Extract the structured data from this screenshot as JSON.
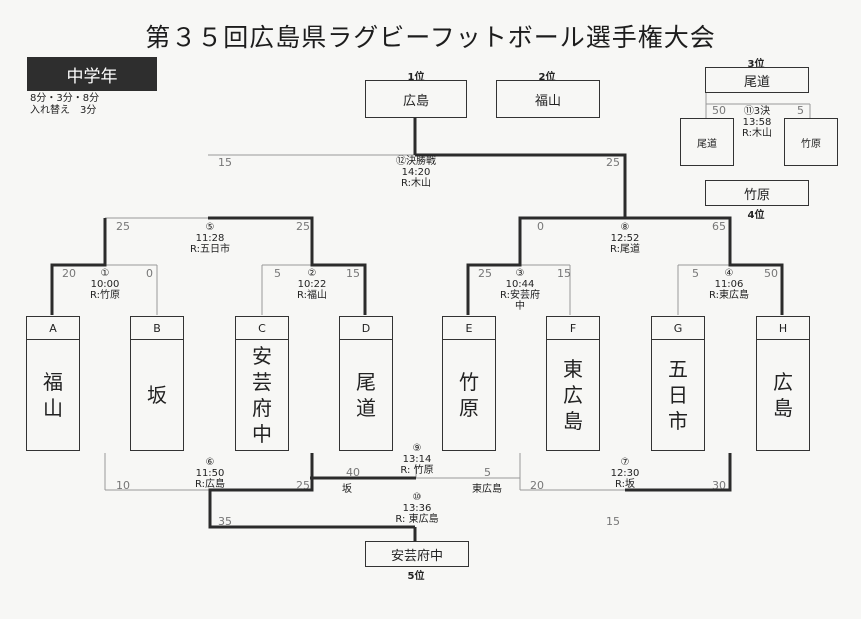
{
  "title": "第３５回広島県ラグビーフットボール選手権大会",
  "category": "中学年",
  "notes": [
    "8分・3分・8分",
    "入れ替え　3分"
  ],
  "top": {
    "first_rank": "1位",
    "first_team": "広島",
    "second_rank": "2位",
    "second_team": "福山"
  },
  "third_place": {
    "rank": "3位",
    "winner": "尾道",
    "left_team": "尾道",
    "right_team": "竹原",
    "left_score": "50",
    "right_score": "5",
    "match_no": "⑪3決",
    "time": "13:58",
    "referee": "R:木山",
    "loser": "竹原",
    "loser_rank": "4位"
  },
  "teams": [
    {
      "letter": "A",
      "name": [
        "福",
        "山"
      ]
    },
    {
      "letter": "B",
      "name": [
        "坂"
      ]
    },
    {
      "letter": "C",
      "name": [
        "安",
        "芸",
        "府",
        "中"
      ]
    },
    {
      "letter": "D",
      "name": [
        "尾",
        "道"
      ]
    },
    {
      "letter": "E",
      "name": [
        "竹",
        "原"
      ]
    },
    {
      "letter": "F",
      "name": [
        "東",
        "広",
        "島"
      ]
    },
    {
      "letter": "G",
      "name": [
        "五",
        "日",
        "市"
      ]
    },
    {
      "letter": "H",
      "name": [
        "広",
        "島"
      ]
    }
  ],
  "matches": {
    "m1": {
      "no": "①",
      "time": "10:00",
      "ref": "R:竹原",
      "l": "20",
      "r": "0"
    },
    "m2": {
      "no": "②",
      "time": "10:22",
      "ref": "R:福山",
      "l": "5",
      "r": "15"
    },
    "m3": {
      "no": "③",
      "time": "10:44",
      "ref": "R:安芸府",
      "ref2": "中",
      "l": "25",
      "r": "15"
    },
    "m4": {
      "no": "④",
      "time": "11:06",
      "ref": "R:東広島",
      "l": "5",
      "r": "50"
    },
    "m5": {
      "no": "⑤",
      "time": "11:28",
      "ref": "R:五日市",
      "l": "25",
      "r": "25"
    },
    "m8": {
      "no": "⑧",
      "time": "12:52",
      "ref": "R:尾道",
      "l": "0",
      "r": "65"
    },
    "m12": {
      "no": "⑫決勝戦",
      "time": "14:20",
      "ref": "R:木山",
      "l": "15",
      "r": "25"
    },
    "m6": {
      "no": "⑥",
      "time": "11:50",
      "ref": "R:広島",
      "l": "10",
      "r": "25"
    },
    "m7": {
      "no": "⑦",
      "time": "12:30",
      "ref": "R:坂",
      "l": "20",
      "r": "30"
    },
    "m9": {
      "no": "⑨",
      "time": "13:14",
      "ref": "R: 竹原",
      "l": "40",
      "r": "5",
      "lteam": "坂",
      "rteam": "東広島"
    },
    "m10": {
      "no": "⑩",
      "time": "13:36",
      "ref": "R: 東広島",
      "l": "35",
      "r": "15"
    }
  },
  "fifth": {
    "team": "安芸府中",
    "rank": "5位"
  }
}
